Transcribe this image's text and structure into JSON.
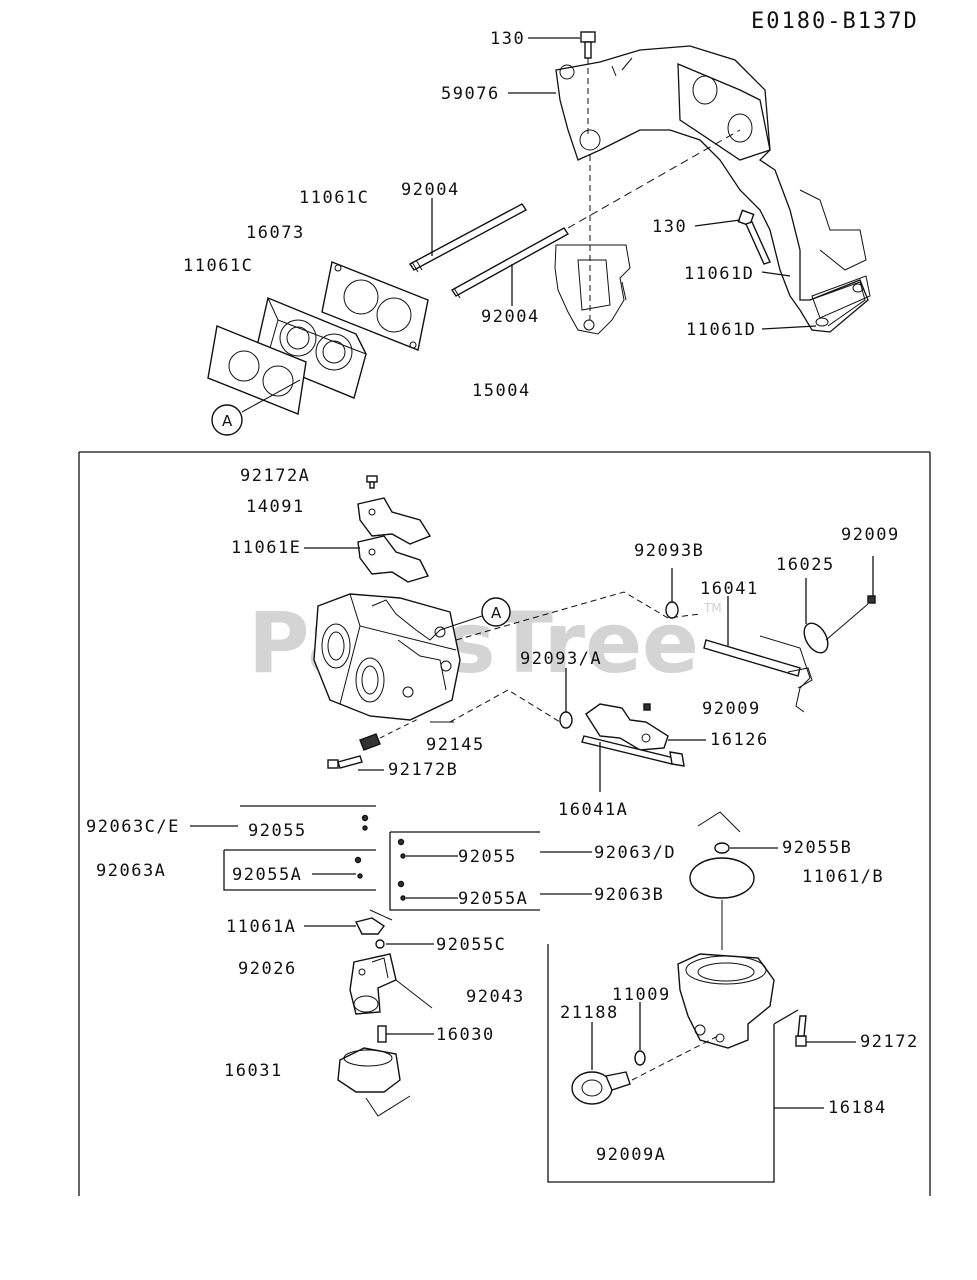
{
  "diagram_code": "E0180-B137D",
  "watermark": {
    "brand": "PartsTree",
    "trademark": "TM"
  },
  "callouts": {
    "a_top": "A",
    "a_bottom": "A"
  },
  "labels": {
    "p130_top": "130",
    "p59076": "59076",
    "p11061c_a": "11061C",
    "p92004_a": "92004",
    "p16073": "16073",
    "p11061c_b": "11061C",
    "p130_right": "130",
    "p11061d_a": "11061D",
    "p92004_b": "92004",
    "p11061d_b": "11061D",
    "p15004": "15004",
    "p92172a": "92172A",
    "p14091": "14091",
    "p11061e": "11061E",
    "p92093b": "92093B",
    "p16041": "16041",
    "p16025": "16025",
    "p92009": "92009",
    "p92093a": "92093/A",
    "p92009_b": "92009",
    "p92145": "92145",
    "p16126": "16126",
    "p92172b": "92172B",
    "p16041a": "16041A",
    "p92063ce": "92063C/E",
    "p92055": "92055",
    "p92063a": "92063A",
    "p92055_b": "92055",
    "p92063d": "92063/D",
    "p92055b": "92055B",
    "p92055a": "92055A",
    "p11061b": "11061/B",
    "p92055a_b": "92055A",
    "p92063b": "92063B",
    "p11061a": "11061A",
    "p92055c": "92055C",
    "p92026": "92026",
    "p92043": "92043",
    "p11009": "11009",
    "p21188": "21188",
    "p92172": "92172",
    "p16030": "16030",
    "p16031": "16031",
    "p16184": "16184",
    "p92009a": "92009A"
  }
}
